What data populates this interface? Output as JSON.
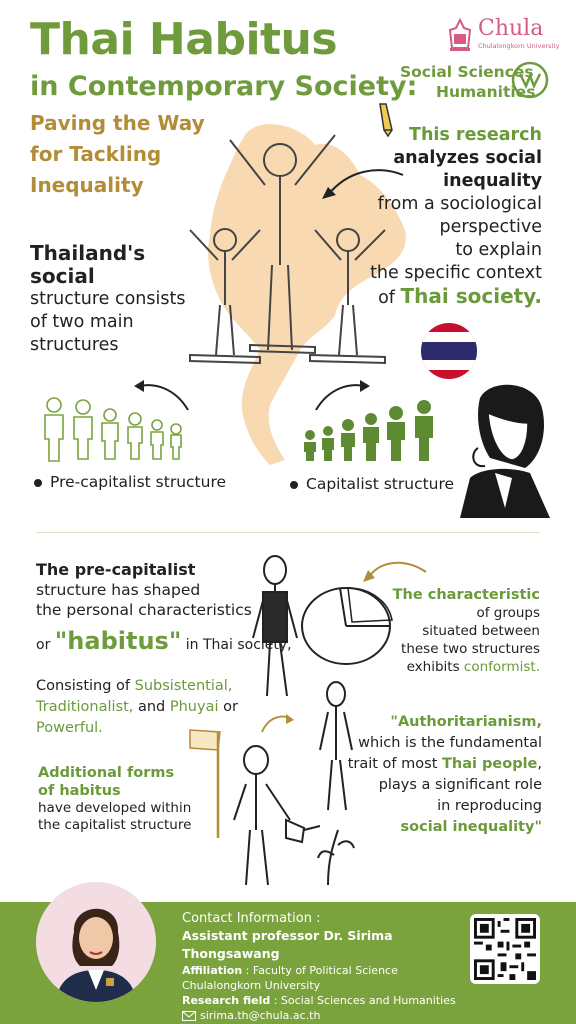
{
  "header": {
    "title": "Thai Habitus",
    "subtitle": "in Contemporary Society:",
    "tagline_1": "Paving the Way",
    "tagline_2": "for Tackling",
    "tagline_3": "Inequality"
  },
  "logos": {
    "chula_name": "Chula",
    "chula_sub": "Chulalongkorn University",
    "socsci_1": "Social Sciences",
    "socsci_2": "Humanities"
  },
  "research": {
    "l1": "This research",
    "l2": "analyzes social",
    "l3": "inequality",
    "l4": "from a sociological",
    "l5": "perspective",
    "l6": "to explain",
    "l7": "the specific context",
    "l8a": "of ",
    "l8b": "Thai society."
  },
  "structure": {
    "l1": "Thailand's social",
    "l2": "structure consists",
    "l3": "of two main",
    "l4": "structures"
  },
  "legend": {
    "pre": "Pre-capitalist structure",
    "cap": "Capitalist structure"
  },
  "pre": {
    "l1": "The pre-capitalist",
    "l2": "structure has shaped",
    "l3": "the personal characteristics"
  },
  "habitus": {
    "or": "or ",
    "word": "\"habitus\"",
    "rest": " in Thai society,"
  },
  "consist": {
    "t1": "Consisting of ",
    "g1": "Subsistential,",
    "g2": "Traditionalist,",
    "t2": " and ",
    "g3": "Phuyai",
    "t3": " or",
    "g4": "Powerful."
  },
  "additional": {
    "l1": "Additional forms",
    "l2": "of habitus",
    "l3": "have developed within",
    "l4": "the capitalist structure"
  },
  "charac": {
    "l1": "The characteristic",
    "l2": "of groups",
    "l3": "situated between",
    "l4": "these two structures",
    "l5a": "exhibits ",
    "l5b": "conformist."
  },
  "author": {
    "l1": "\"Authoritarianism,",
    "l2": "which is the fundamental",
    "l3a": "trait of most ",
    "l3b": "Thai people",
    "l3c": ",",
    "l4": "plays a significant role",
    "l5": "in reproducing",
    "l6": "social inequality\""
  },
  "contact": {
    "heading": "Contact Information :",
    "name": "Assistant professor Dr. Sirima Thongsawang",
    "aff_label": "Affiliation",
    "aff_value": " : Faculty of Political Science",
    "aff_value2": "Chulalongkorn University",
    "field_label": "Research field",
    "field_value": " : Social Sciences and Humanities",
    "email": "sirima.th@chula.ac.th"
  },
  "icons": {
    "pencil": "pencil-icon",
    "email": "email-icon",
    "flag": "thai-flag-icon",
    "qr": "qr-code-icon"
  },
  "colors": {
    "green": "#6f9b3d",
    "gold": "#b38c37",
    "footer": "#7aa33d",
    "map": "#f5c489",
    "chula_pink": "#d75b86"
  }
}
